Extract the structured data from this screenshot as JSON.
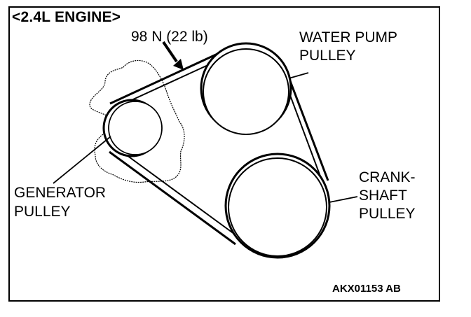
{
  "title": "<2.4L ENGINE>",
  "tension_label": "98 N (22 lb)",
  "labels": {
    "water_pump_line1": "WATER PUMP",
    "water_pump_line2": "PULLEY",
    "crank_line1": "CRANK-",
    "crank_line2": "SHAFT",
    "crank_line3": "PULLEY",
    "generator_line1": "GENERATOR",
    "generator_line2": "PULLEY"
  },
  "figure_code": "AKX01153 AB",
  "colors": {
    "line": "#000000",
    "background": "#ffffff"
  }
}
